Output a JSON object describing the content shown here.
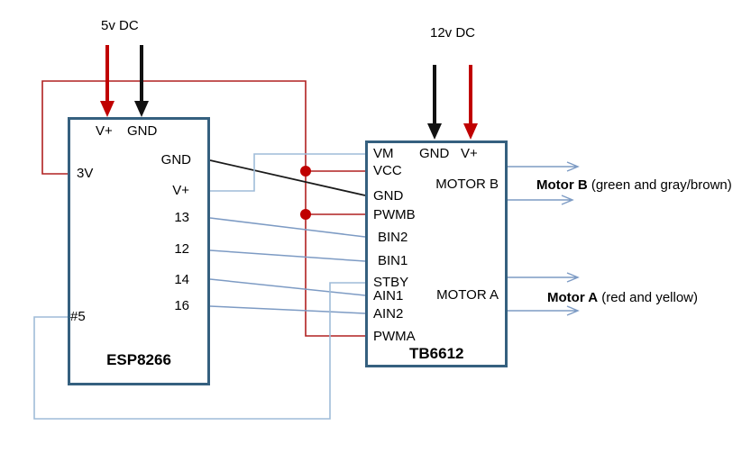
{
  "diagram": {
    "title_left_supply": "5v DC",
    "title_right_supply": "12v DC",
    "esp": {
      "name": "ESP8266",
      "top_pins": {
        "vplus": "V+",
        "gnd": "GND"
      },
      "left_pins": {
        "v3": "3V",
        "p5": "#5"
      },
      "right_pins": {
        "gnd": "GND",
        "vplus": "V+",
        "p13": "13",
        "p12": "12",
        "p14": "14",
        "p16": "16"
      }
    },
    "tb": {
      "name": "TB6612",
      "top_pins": {
        "gnd": "GND",
        "vplus": "V+"
      },
      "left_pins": {
        "vm": "VM",
        "vcc": "VCC",
        "gnd": "GND",
        "pwmb": "PWMB",
        "bin2": "BIN2",
        "bin1": "BIN1",
        "stby": "STBY",
        "ain1": "AIN1",
        "ain2": "AIN2",
        "pwma": "PWMA"
      },
      "right_labels": {
        "motor_b": "MOTOR B",
        "motor_a": "MOTOR A"
      }
    },
    "annotations": {
      "motor_b_name": "Motor B",
      "motor_b_rest": " (green and gray/brown)",
      "motor_a_name": "Motor A",
      "motor_a_rest": " (red and yellow)"
    },
    "colors": {
      "wire_red": "#b02020",
      "arrow_red": "#c00000",
      "wire_blue": "#7d9bc4",
      "wire_blue_light": "#9fbcd8",
      "wire_black": "#1a1a1a",
      "box_border": "#35607f",
      "junction_dot": "#c00000"
    }
  }
}
